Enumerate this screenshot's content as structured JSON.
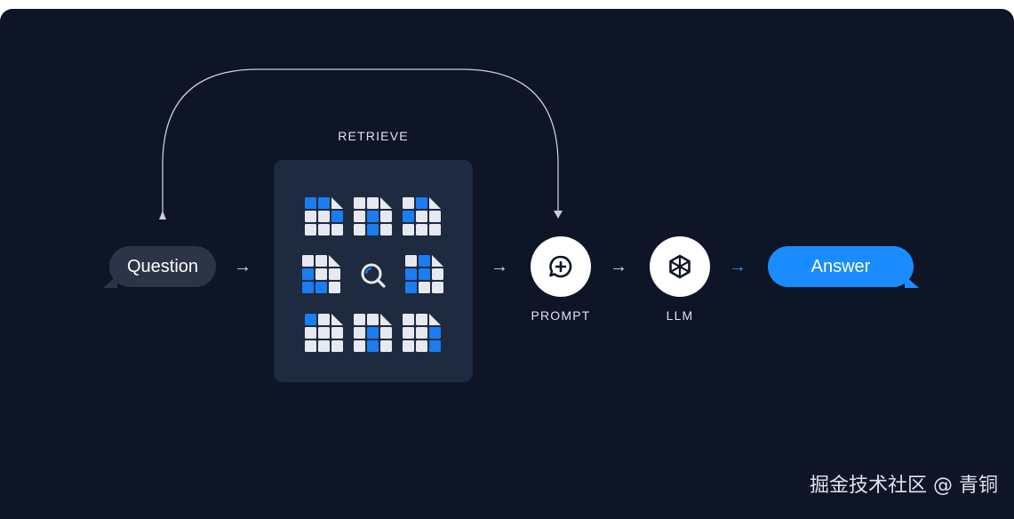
{
  "diagram": {
    "question_label": "Question",
    "retrieve_label": "RETRIEVE",
    "prompt_label": "PROMPT",
    "llm_label": "LLM",
    "answer_label": "Answer",
    "arrow_glyph": "→"
  },
  "watermark": "掘金技术社区 @ 青铜",
  "colors": {
    "background": "#0d1526",
    "panel": "#1e2a40",
    "question_bubble": "#2c3547",
    "answer_bubble": "#1a8cff",
    "doc_blue": "#1a7df0",
    "doc_white": "#e6e9ef"
  },
  "icons": {
    "search": "search-icon",
    "prompt": "chat-plus-icon",
    "llm": "hexagon-cube-icon",
    "documents": "document-grid-icon"
  }
}
